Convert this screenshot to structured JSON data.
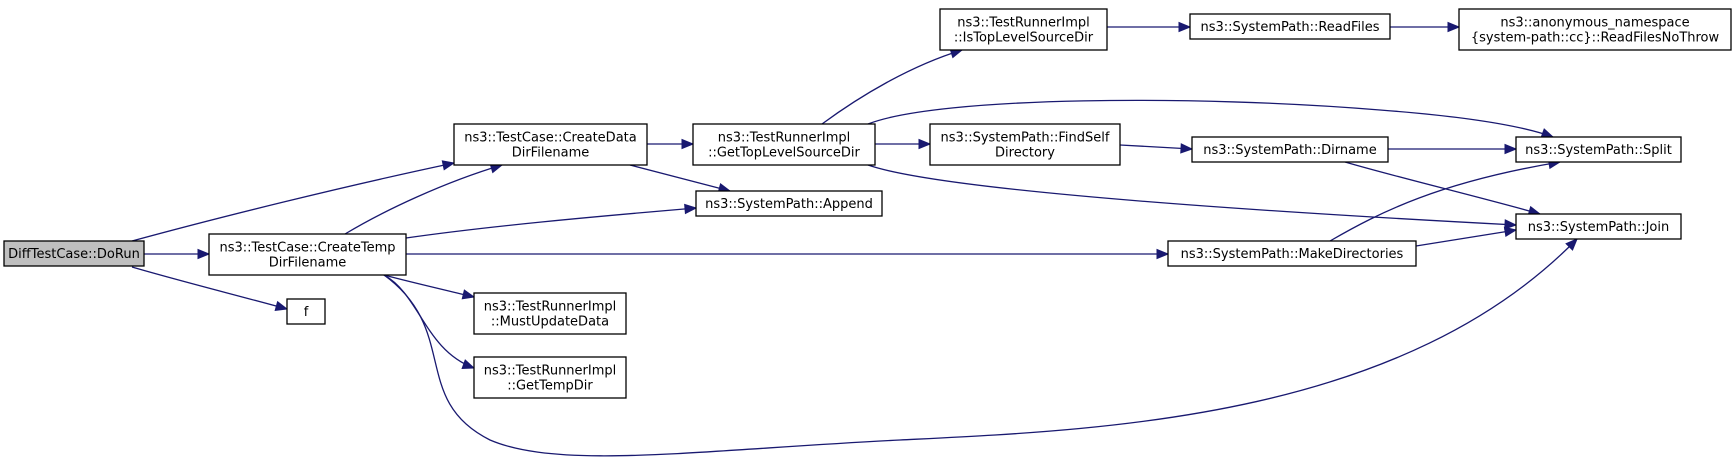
{
  "nodes": {
    "diff_doRun": {
      "lines": [
        "DiffTestCase::DoRun"
      ],
      "root": true
    },
    "createData": {
      "lines": [
        "ns3::TestCase::CreateData",
        "DirFilename"
      ]
    },
    "createTemp": {
      "lines": [
        "ns3::TestCase::CreateTemp",
        "DirFilename"
      ]
    },
    "f": {
      "lines": [
        "f"
      ]
    },
    "getTopLevel": {
      "lines": [
        "ns3::TestRunnerImpl",
        "::GetTopLevelSourceDir"
      ]
    },
    "append": {
      "lines": [
        "ns3::SystemPath::Append"
      ]
    },
    "mustUpdate": {
      "lines": [
        "ns3::TestRunnerImpl",
        "::MustUpdateData"
      ]
    },
    "getTempDir": {
      "lines": [
        "ns3::TestRunnerImpl",
        "::GetTempDir"
      ]
    },
    "isTopLevel": {
      "lines": [
        "ns3::TestRunnerImpl",
        "::IsTopLevelSourceDir"
      ]
    },
    "findSelf": {
      "lines": [
        "ns3::SystemPath::FindSelf",
        "Directory"
      ]
    },
    "makeDirs": {
      "lines": [
        "ns3::SystemPath::MakeDirectories"
      ]
    },
    "readFiles": {
      "lines": [
        "ns3::SystemPath::ReadFiles"
      ]
    },
    "dirname": {
      "lines": [
        "ns3::SystemPath::Dirname"
      ]
    },
    "readFilesNoThrow": {
      "lines": [
        "ns3::anonymous_namespace",
        "{system-path::cc}::ReadFilesNoThrow"
      ]
    },
    "split": {
      "lines": [
        "ns3::SystemPath::Split"
      ]
    },
    "join": {
      "lines": [
        "ns3::SystemPath::Join"
      ]
    }
  },
  "edges": [
    {
      "from": "diff_doRun",
      "to": "createData"
    },
    {
      "from": "diff_doRun",
      "to": "createTemp"
    },
    {
      "from": "diff_doRun",
      "to": "f"
    },
    {
      "from": "createData",
      "to": "getTopLevel"
    },
    {
      "from": "createData",
      "to": "append"
    },
    {
      "from": "createTemp",
      "to": "createData"
    },
    {
      "from": "createTemp",
      "to": "append"
    },
    {
      "from": "createTemp",
      "to": "makeDirs"
    },
    {
      "from": "createTemp",
      "to": "mustUpdate"
    },
    {
      "from": "createTemp",
      "to": "getTempDir"
    },
    {
      "from": "createTemp",
      "to": "join"
    },
    {
      "from": "getTopLevel",
      "to": "isTopLevel"
    },
    {
      "from": "getTopLevel",
      "to": "split"
    },
    {
      "from": "getTopLevel",
      "to": "findSelf"
    },
    {
      "from": "getTopLevel",
      "to": "join"
    },
    {
      "from": "isTopLevel",
      "to": "readFiles"
    },
    {
      "from": "readFiles",
      "to": "readFilesNoThrow"
    },
    {
      "from": "findSelf",
      "to": "dirname"
    },
    {
      "from": "dirname",
      "to": "split"
    },
    {
      "from": "dirname",
      "to": "join"
    },
    {
      "from": "makeDirs",
      "to": "split"
    },
    {
      "from": "makeDirs",
      "to": "join"
    }
  ],
  "colors": {
    "edge": "#191970",
    "root_fill": "#bfbfbf",
    "node_fill": "#ffffff",
    "node_border": "#000000"
  }
}
